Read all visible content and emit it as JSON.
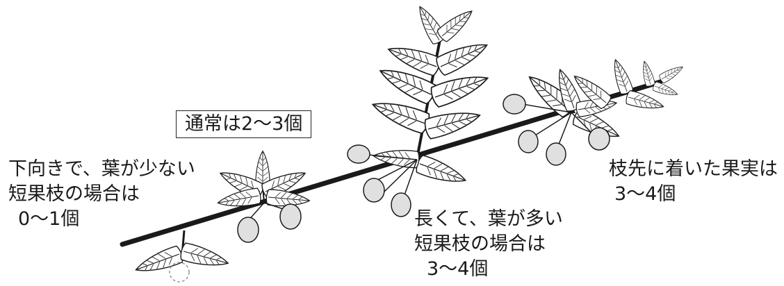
{
  "labels": {
    "usual": "通常は2～3個",
    "down_short": [
      "下向きで、葉が少ない",
      "短果枝の場合は",
      "0～1個"
    ],
    "long_short": [
      "長くて、葉が多い",
      "短果枝の場合は",
      "3～4個"
    ],
    "tip": [
      "枝先に着いた果実は",
      "3～4個"
    ]
  },
  "colors": {
    "ink": "#1a1a1a",
    "fruit_fill": "#e0e0e0",
    "hatch": "#333333",
    "missing_fruit": "#999999"
  }
}
